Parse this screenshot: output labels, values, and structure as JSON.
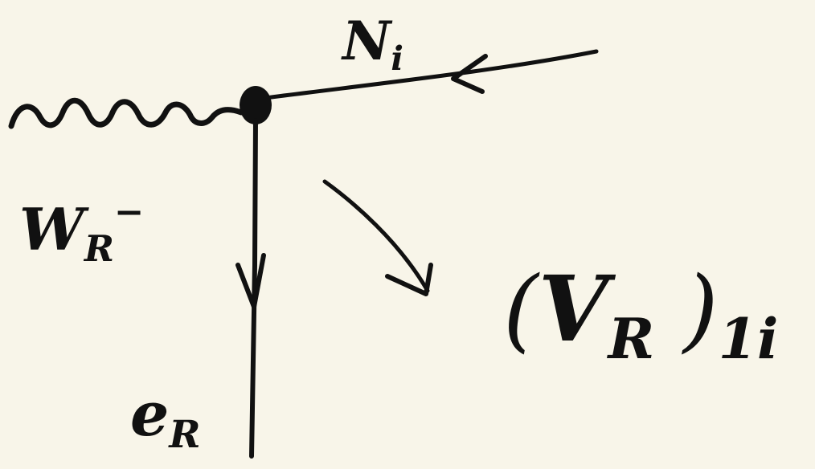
{
  "labels": {
    "incoming": {
      "base": "N",
      "sub": "i"
    },
    "wavy": {
      "base": "W",
      "sub": "R",
      "sup": "−"
    },
    "outgoing": {
      "base": "e",
      "sub": "R"
    },
    "decay": {
      "open": "(",
      "base": "V",
      "sub": "R",
      "close": ")",
      "tail": "1i"
    }
  },
  "colors": {
    "ink": "#111111",
    "paper": "#f8f5e9"
  }
}
